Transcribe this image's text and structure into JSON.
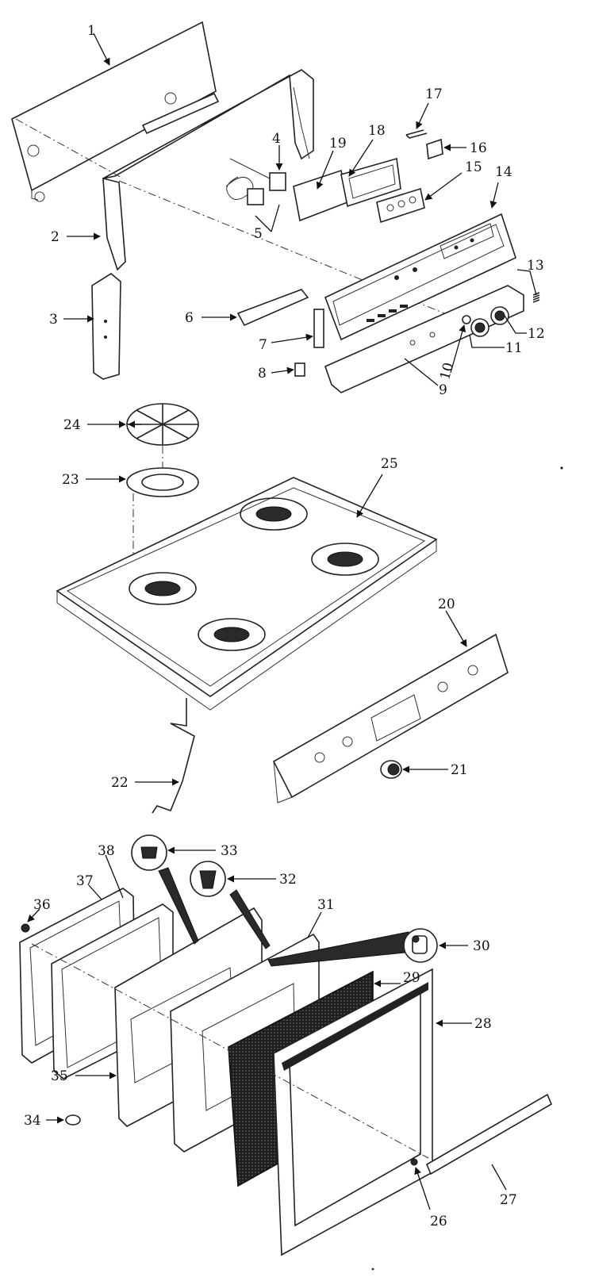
{
  "diagram": {
    "labels": {
      "p1": "1",
      "p2": "2",
      "p3": "3",
      "p4": "4",
      "p5": "5",
      "p6": "6",
      "p7": "7",
      "p8": "8",
      "p9": "9",
      "p10": "10",
      "p11": "11",
      "p12": "12",
      "p13": "13",
      "p14": "14",
      "p15": "15",
      "p16": "16",
      "p17": "17",
      "p18": "18",
      "p19": "19",
      "p20": "20",
      "p21": "21",
      "p22": "22",
      "p23": "23",
      "p24": "24",
      "p25": "25",
      "p26": "26",
      "p27": "27",
      "p28": "28",
      "p29": "29",
      "p30": "30",
      "p31": "31",
      "p32": "32",
      "p33": "33",
      "p34": "34",
      "p35": "35",
      "p36": "36",
      "p37": "37",
      "p38": "38"
    }
  }
}
